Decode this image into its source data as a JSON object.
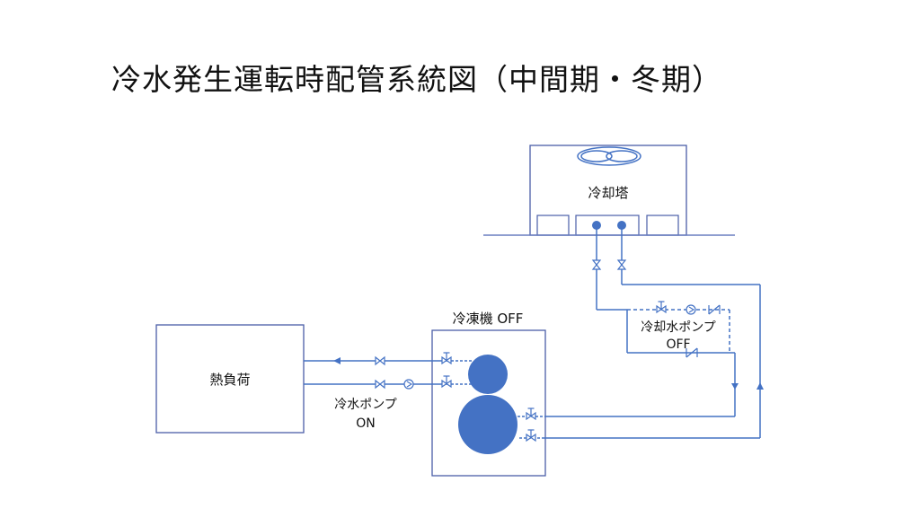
{
  "title": "冷水発生運転時配管系統図（中間期・冬期）",
  "labels": {
    "cooling_tower": "冷却塔",
    "chiller": "冷凍機 OFF",
    "heat_load": "熱負荷",
    "chilled_pump_line1": "冷水ポンプ",
    "chilled_pump_line2": "ON",
    "cooling_pump_line1": "冷却水ポンプ",
    "cooling_pump_line2": "OFF"
  },
  "colors": {
    "pipe": "#4472c4",
    "outline": "#4a5ea8",
    "fill": "#4472c4",
    "ground": "#6a7fc0"
  }
}
